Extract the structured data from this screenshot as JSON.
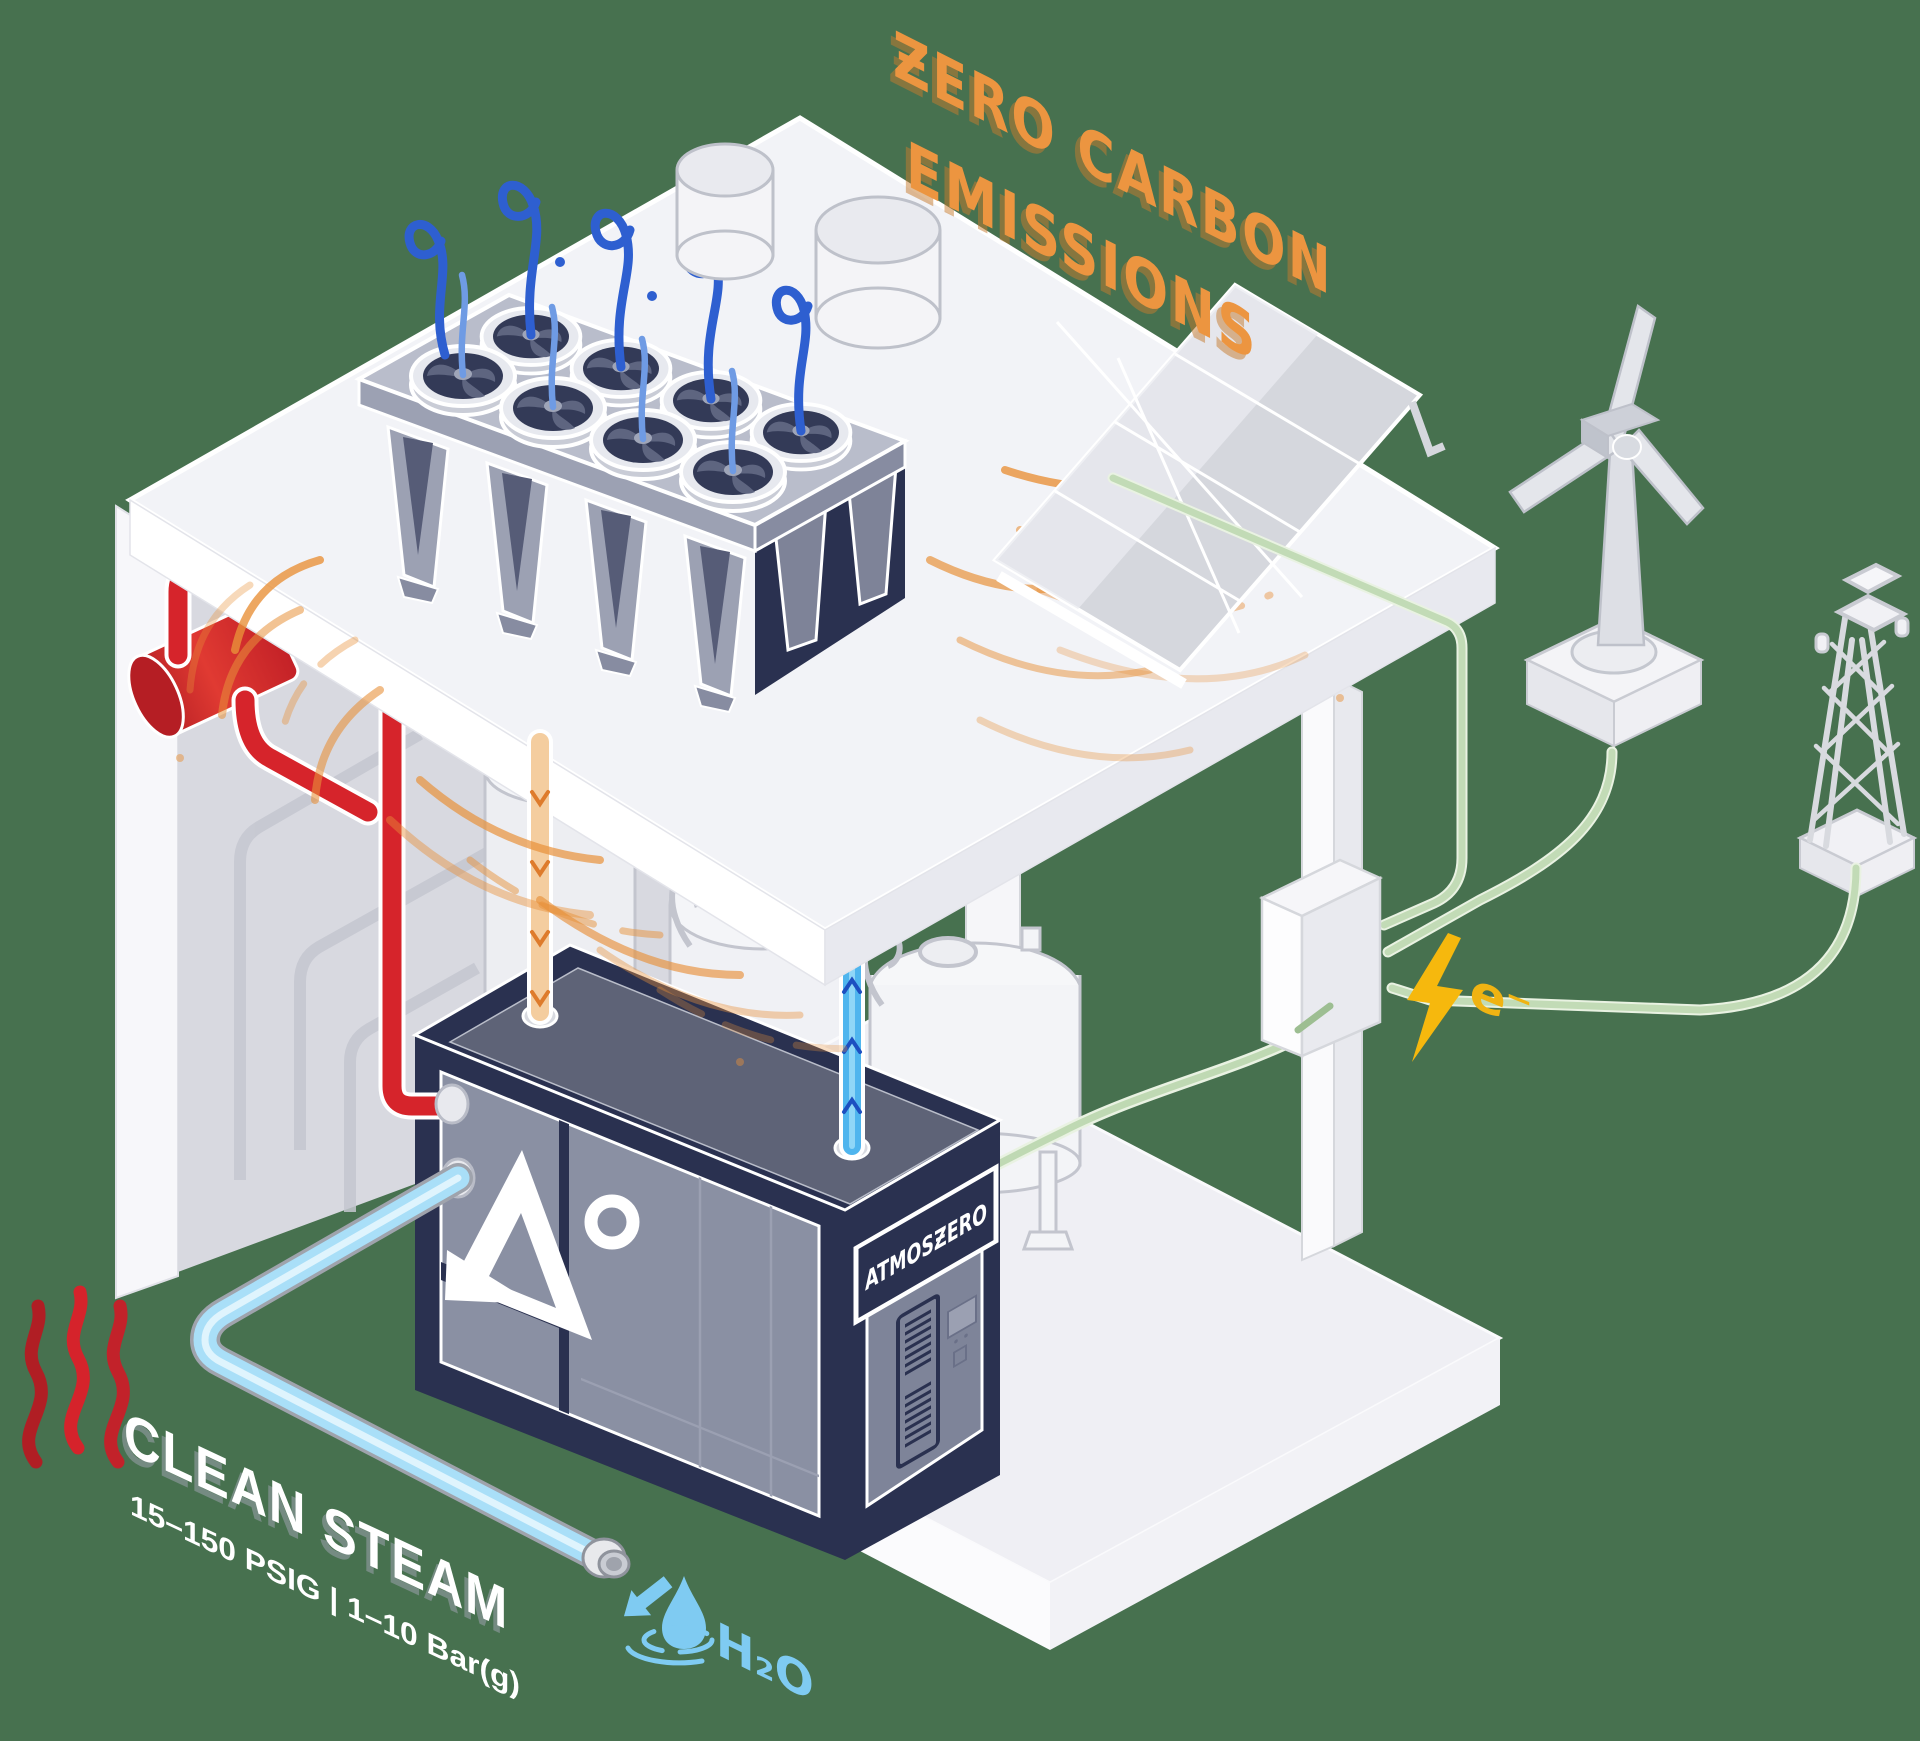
{
  "illustration": {
    "background_color": "#47714F",
    "headline": {
      "line1": "ƵERO CARBON",
      "line2": "EMISSIONS",
      "color": "#EC9540"
    },
    "steam_callout": {
      "title": "CLEAN STEAM",
      "subtitle": "15–150 PSIG | 1–10 Bar(g)",
      "color": "#FFFFFF"
    },
    "water_callout": {
      "label": "H₂O",
      "color": "#7FCBF2"
    },
    "electricity_callout": {
      "label": "e⁻",
      "color": "#F0B312"
    },
    "boiler_unit": {
      "brand_badge": "ATMOSƵERO",
      "logo_glyph": "A°",
      "body_color": "#2A3150"
    },
    "icons": {
      "heat_waves": "red wavy heat lines",
      "water_droplet": "blue droplet with ripples",
      "lightning_bolt": "yellow electricity bolt",
      "fans": "8 cooling fans with blue air swirls"
    },
    "palette": {
      "hot_pipe_red": "#D6242B",
      "steam_pipe_blue": "#A9DFF8",
      "cold_air_blue": "#2E5FD0",
      "heat_orange": "#E8913A",
      "wire_green": "#C2DBB6",
      "structure_white": "#F4F4F8",
      "navy": "#2A3150"
    }
  }
}
